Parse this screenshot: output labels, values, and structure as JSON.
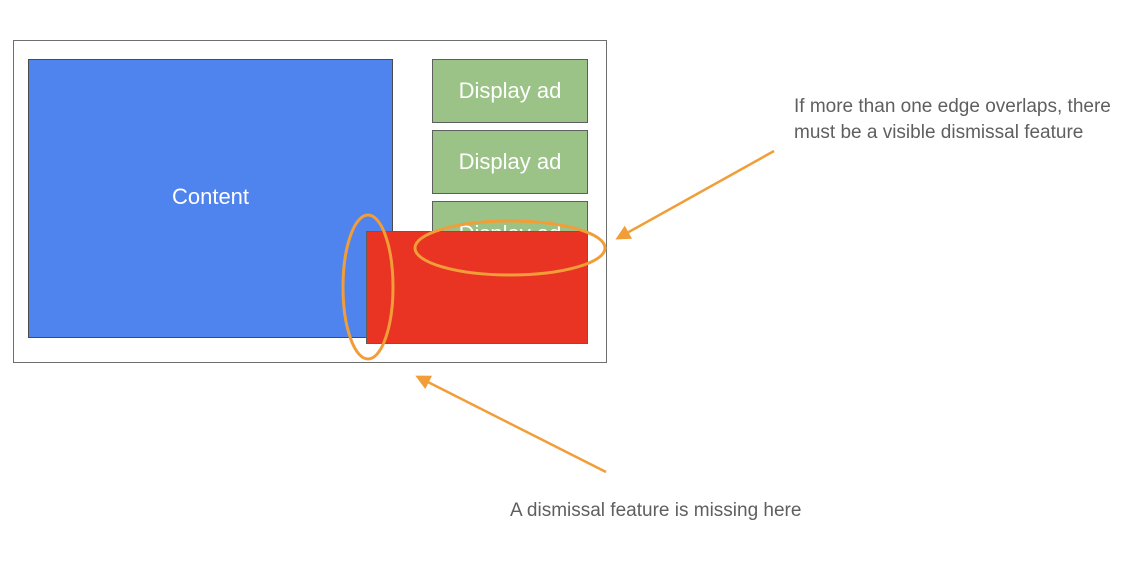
{
  "diagram": {
    "content_label": "Content",
    "ads": [
      {
        "label": "Display ad"
      },
      {
        "label": "Display ad"
      },
      {
        "label": "Display ad"
      }
    ],
    "callouts": {
      "multi_edge": "If more than one edge overlaps, there must be a visible dismissal feature",
      "missing": "A dismissal feature is missing here"
    },
    "colors": {
      "content": "#4f84ee",
      "ad": "#9bc387",
      "overlay": "#e93323",
      "annotation": "#f19d38",
      "callout_text": "#5f5f5f"
    }
  }
}
